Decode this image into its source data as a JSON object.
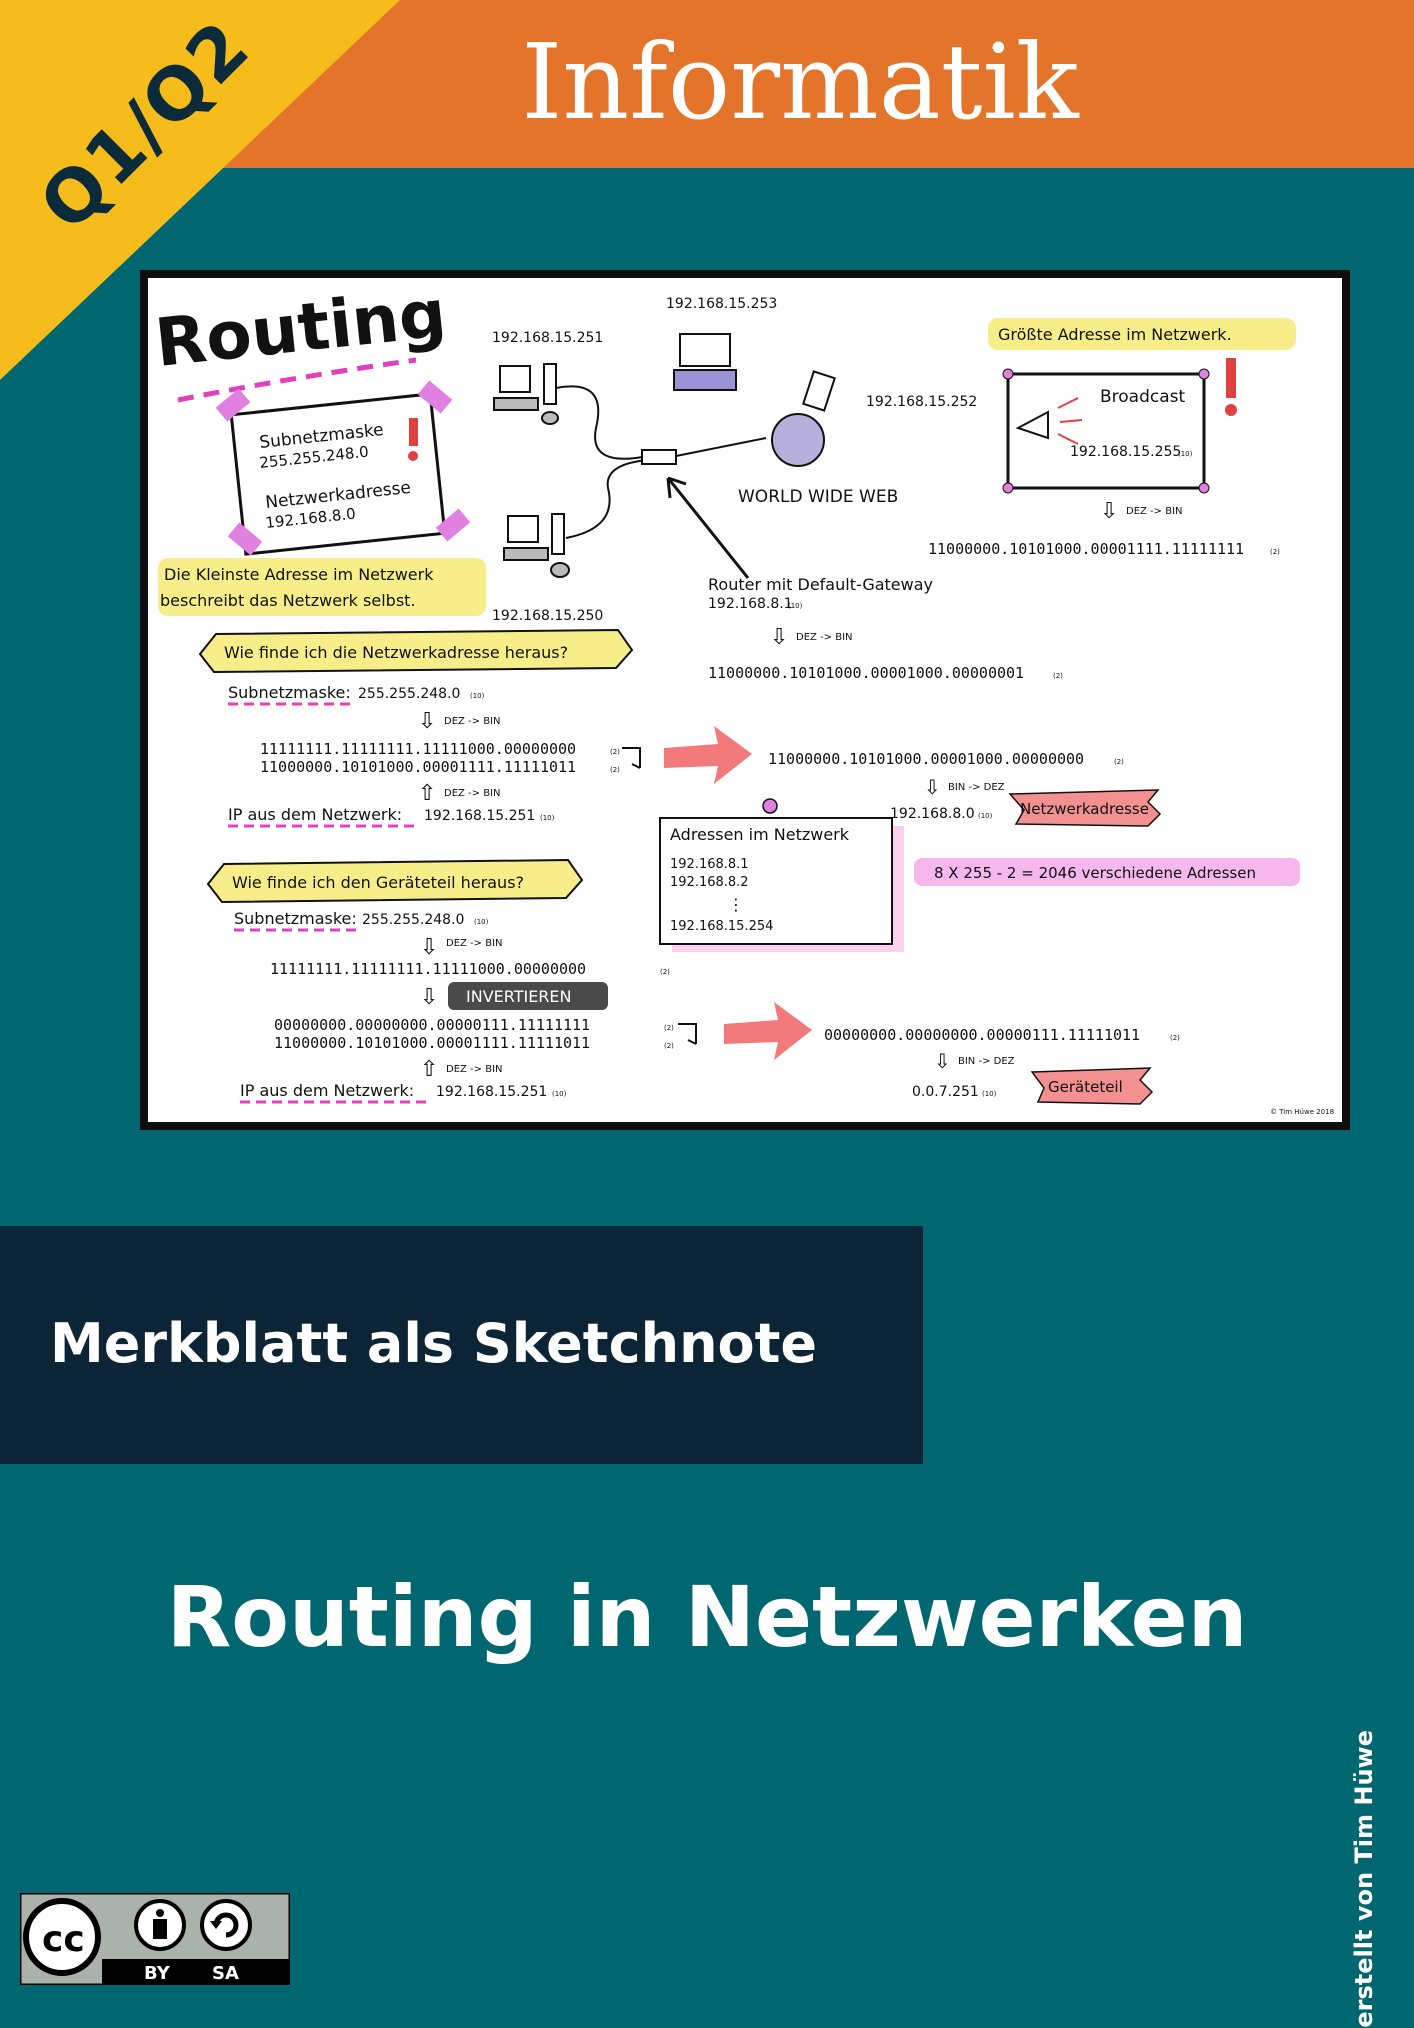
{
  "header": {
    "title": "Informatik",
    "level": "Q1/Q2"
  },
  "colors": {
    "header": "#e3742a",
    "corner": "#f6bc1c",
    "background": "#006770",
    "subtitle_box": "#0b2536"
  },
  "sketch": {
    "heading": "Routing",
    "note_subnet_label": "Subnetzmaske",
    "note_subnet_value": "255.255.248.0",
    "note_net_label": "Netzwerkadresse",
    "note_net_value": "192.168.8.0",
    "highlight_small_1": "Die Kleinste Adresse im Netzwerk",
    "highlight_small_2": "beschreibt das Netzwerk selbst.",
    "ip_pc1": "192.168.15.251",
    "ip_laptop": "192.168.15.253",
    "ip_tablet": "192.168.15.252",
    "ip_pc2": "192.168.15.250",
    "www": "WORLD WIDE WEB",
    "router_label": "Router mit Default-Gateway",
    "router_ip": "192.168.8.1",
    "router_bin": "11000000.10101000.00001000.00000001",
    "largest_label": "Größte Adresse im Netzwerk.",
    "broadcast_label": "Broadcast",
    "broadcast_ip": "192.168.15.255",
    "broadcast_bin": "11000000.10101000.00001111.11111111",
    "dez_bin": "DEZ -> BIN",
    "bin_dez": "BIN -> DEZ",
    "sub10": "(10)",
    "sub2": "(2)",
    "banner_1": "Wie finde ich die Netzwerkadresse heraus?",
    "s1_mask_label": "Subnetzmaske:",
    "s1_mask_value": "255.255.248.0",
    "s1_bin_mask": "11111111.11111111.11111000.00000000",
    "s1_bin_ip": "11000000.10101000.00001111.11111011",
    "s1_ip_label": "IP aus dem Netzwerk:",
    "s1_ip_value": "192.168.15.251",
    "s1_result_bin": "11000000.10101000.00001000.00000000",
    "s1_result_dec": "192.168.8.0",
    "tag_net": "Netzwerkadresse",
    "addr_title": "Adressen im Netzwerk",
    "addr_1": "192.168.8.1",
    "addr_2": "192.168.8.2",
    "addr_dots": "⋮",
    "addr_3": "192.168.15.254",
    "formula": "8 X 255 - 2 = 2046 verschiedene Adressen",
    "banner_2": "Wie finde ich den Geräteteil heraus?",
    "s2_mask_label": "Subnetzmaske:",
    "s2_mask_value": "255.255.248.0",
    "s2_bin_mask": "11111111.11111111.11111000.00000000",
    "invert": "INVERTIEREN",
    "s2_bin_inv": "00000000.00000000.00000111.11111111",
    "s2_bin_ip": "11000000.10101000.00001111.11111011",
    "s2_ip_label": "IP aus dem Netzwerk:",
    "s2_ip_value": "192.168.15.251",
    "s2_result_bin": "00000000.00000000.00000111.11111011",
    "s2_result_dec": "0.0.7.251",
    "tag_device": "Geräteteil",
    "copyright": "© Tim Hüwe 2018"
  },
  "subtitle": "Merkblatt als Sketchnote",
  "main_title": "Routing in Netzwerken",
  "author": "erstellt von Tim Hüwe",
  "license": {
    "cc": "cc",
    "by": "BY",
    "sa": "SA"
  }
}
